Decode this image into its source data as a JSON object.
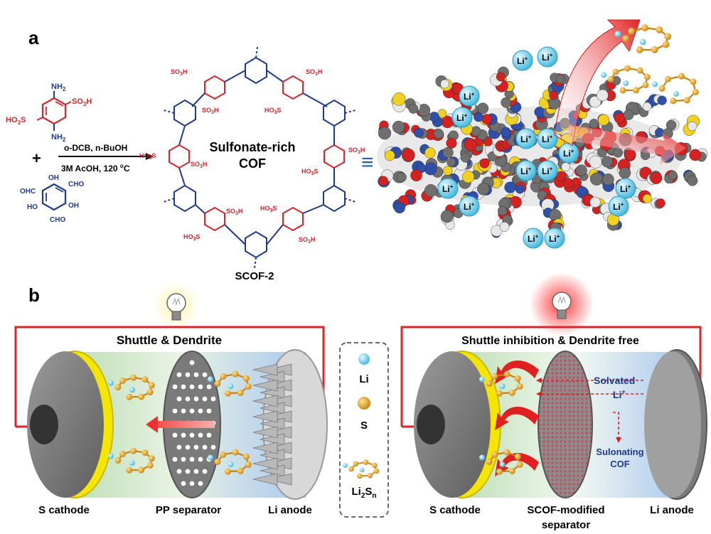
{
  "panel_a": {
    "label": "a",
    "monomer1": {
      "nh2_top": "NH",
      "nh2_top_sub": "2",
      "so3h_right": "SO",
      "so3h_right_sub": "3",
      "so3h_right_end": "H",
      "so3h_left": "HO",
      "so3h_left_sub": "3",
      "so3h_left_end": "S",
      "nh2_bot": "NH",
      "nh2_bot_sub": "2"
    },
    "plus": "+",
    "monomer2": {
      "oh_tl": "OH",
      "cho_tr": "CHO",
      "ohc_l": "OHC",
      "oh_r": "OH",
      "oh_bl": "HO",
      "cho_b": "CHO"
    },
    "conditions_top": "o-DCB, n-BuOH",
    "conditions_bottom": "3M AcOH, 120 ",
    "conditions_deg": "o",
    "conditions_unit": "C",
    "cof_center_line1": "Sulfonate-rich",
    "cof_center_line2": "COF",
    "cof_name": "SCOF-2",
    "equiv": "≡",
    "li_ion": "Li",
    "li_ion_sup": "+"
  },
  "panel_b": {
    "label": "b",
    "left_title": "Shuttle & Dendrite",
    "right_title": "Shuttle inhibition & Dendrite free",
    "left_labels": {
      "cathode": "S cathode",
      "separator": "PP separator",
      "anode": "Li anode"
    },
    "right_labels": {
      "cathode": "S cathode",
      "separator_line1": "SCOF-modified",
      "separator_line2": "separator",
      "anode": "Li anode"
    },
    "legend": {
      "li": "Li",
      "s": "S",
      "polysulfide": "Li",
      "polysulfide_sub1": "2",
      "polysulfide_mid": "S",
      "polysulfide_sub2": "n"
    },
    "annotations": {
      "solvated": "Solvated",
      "li_plus": "Li",
      "li_plus_sup": "+",
      "sulfonating_line1": "Sulonating",
      "sulfonating_line2": "COF"
    },
    "colors": {
      "circuit": "#d7262b",
      "cathode_yellow": "#f4e600",
      "li_ball": "#4fc6e6",
      "s_ball": "#e5a020",
      "arrow_red": "#e02020",
      "text_blue": "#1f3a8a"
    }
  }
}
